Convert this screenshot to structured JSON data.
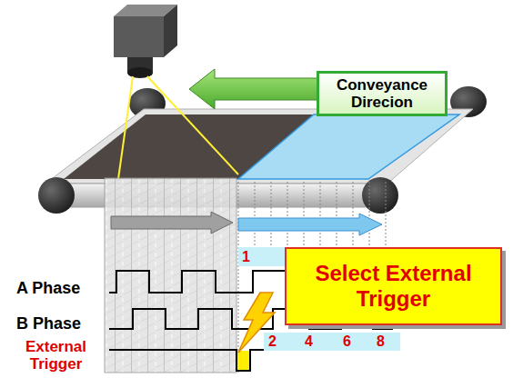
{
  "diagram": {
    "nodes": [
      {
        "text": [
          "Conveyance Direcion"
        ]
      },
      {
        "text": [
          "Select External Trigger"
        ]
      }
    ],
    "labels": [
      "1",
      "A Phase",
      "B Phase",
      "External Trigger",
      "2",
      "4",
      "6",
      "8"
    ]
  }
}
